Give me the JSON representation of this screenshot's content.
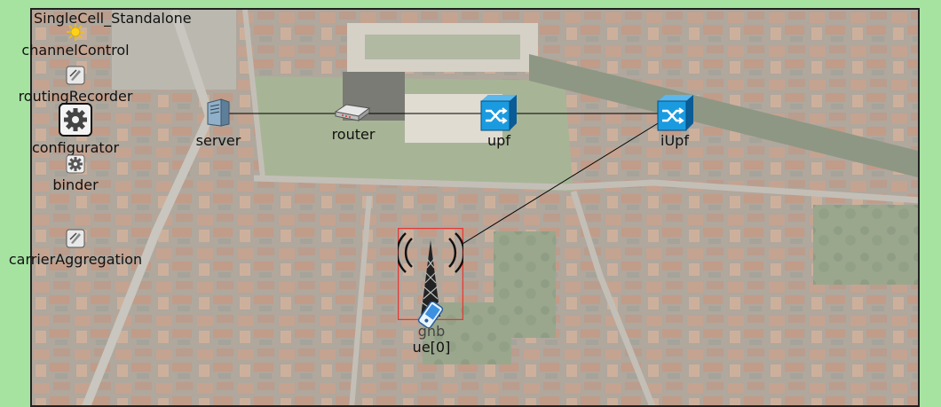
{
  "network": {
    "title": "SingleCell_Standalone"
  },
  "modules": {
    "channelControl": "channelControl",
    "routingRecorder": "routingRecorder",
    "configurator": "configurator",
    "binder": "binder",
    "carrierAggregation": "carrierAggregation",
    "server": "server",
    "router": "router",
    "upf": "upf",
    "iUpf": "iUpf",
    "gnb": "gnb",
    "ue": "ue[0]"
  },
  "colors": {
    "background": "#a6e3a1",
    "switch_blue": "#1a9be0",
    "selection": "#e53935"
  }
}
